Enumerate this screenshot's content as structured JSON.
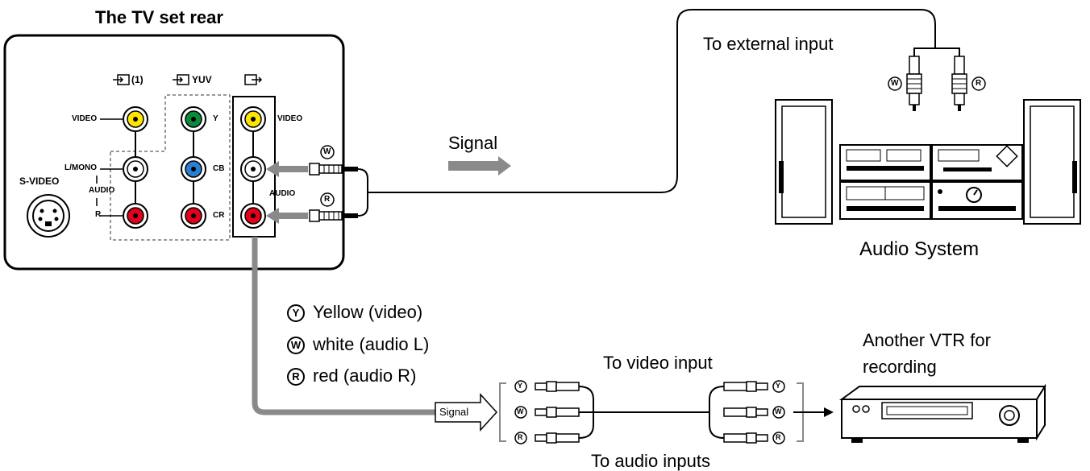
{
  "tv": {
    "title": "The TV set rear",
    "input1_label": "(1)",
    "input_yuv_label": "YUV",
    "video_left": "VIDEO",
    "lmono": "L/MONO",
    "audio_left": "AUDIO",
    "r_left": "R",
    "svideo": "S-VIDEO",
    "y_label": "Y",
    "cb_label": "CB",
    "cr_label": "CR",
    "video_out": "VIDEO",
    "audio_out": "AUDIO"
  },
  "audio_system": {
    "to_external_input": "To external input",
    "label": "Audio System",
    "signal": "Signal"
  },
  "legend": [
    {
      "mark": "Y",
      "text": "Yellow (video)"
    },
    {
      "mark": "W",
      "text": "white (audio L)"
    },
    {
      "mark": "R",
      "text": "red (audio R)"
    }
  ],
  "vtr": {
    "title_line1": "Another VTR for",
    "title_line2": "recording",
    "to_video_input": "To video input",
    "to_audio_inputs": "To audio inputs",
    "signal": "Signal"
  },
  "plug_marks": {
    "w": "W",
    "r": "R",
    "y": "Y"
  },
  "colors": {
    "yellow": "#ffe600",
    "green": "#0a8a3a",
    "blue": "#2a7fd0",
    "red": "#e0001a",
    "gray_arrow": "#8a8a8a"
  }
}
